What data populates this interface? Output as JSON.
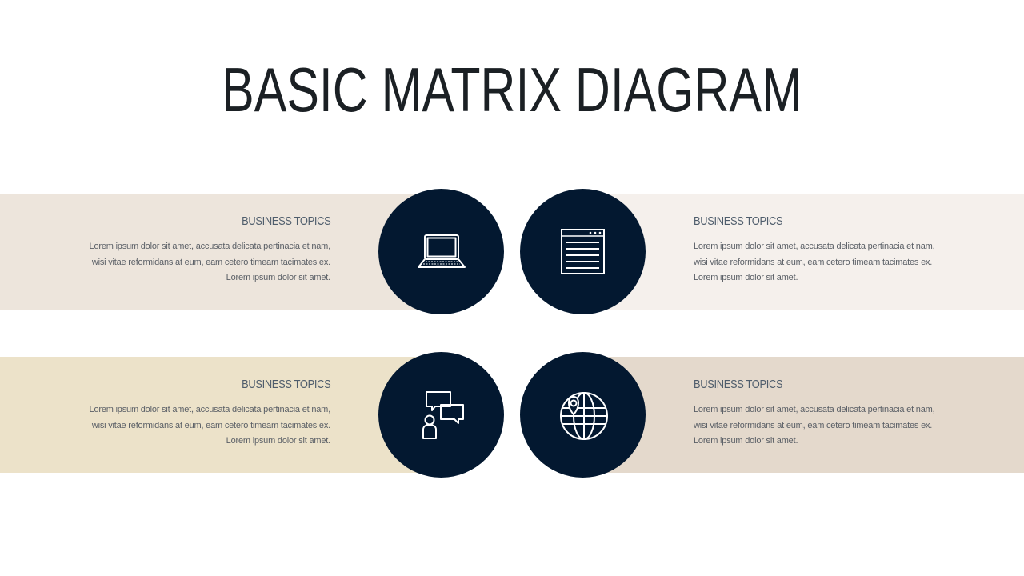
{
  "title": "BASIC MATRIX DIAGRAM",
  "colors": {
    "circle": "#031830",
    "band_top_left": "#ede5dc",
    "band_top_right": "#f5f0ec",
    "band_bottom_left": "#ece2c9",
    "band_bottom_right": "#e4d9cc",
    "icon_stroke": "#ffffff"
  },
  "quadrants": [
    {
      "icon": "laptop-icon",
      "heading": "BUSINESS TOPICS",
      "lines": [
        "Lorem ipsum dolor sit amet, accusata delicata pertinacia et nam,",
        "wisi vitae reformidans at eum, eam cetero timeam tacimates ex.",
        "Lorem ipsum dolor sit amet."
      ]
    },
    {
      "icon": "document-window-icon",
      "heading": "BUSINESS TOPICS",
      "lines": [
        "Lorem ipsum dolor sit amet, accusata delicata pertinacia et nam,",
        "wisi vitae reformidans at eum, eam cetero timeam tacimates ex.",
        "Lorem ipsum dolor sit amet."
      ]
    },
    {
      "icon": "chat-person-icon",
      "heading": "BUSINESS TOPICS",
      "lines": [
        "Lorem ipsum dolor sit amet, accusata delicata pertinacia et nam,",
        "wisi vitae reformidans at eum, eam cetero timeam tacimates ex.",
        "Lorem ipsum dolor sit amet."
      ]
    },
    {
      "icon": "globe-pin-icon",
      "heading": "BUSINESS TOPICS",
      "lines": [
        "Lorem ipsum dolor sit amet, accusata delicata pertinacia et nam,",
        "wisi vitae reformidans at eum, eam cetero timeam tacimates ex.",
        "Lorem ipsum dolor sit amet."
      ]
    }
  ]
}
